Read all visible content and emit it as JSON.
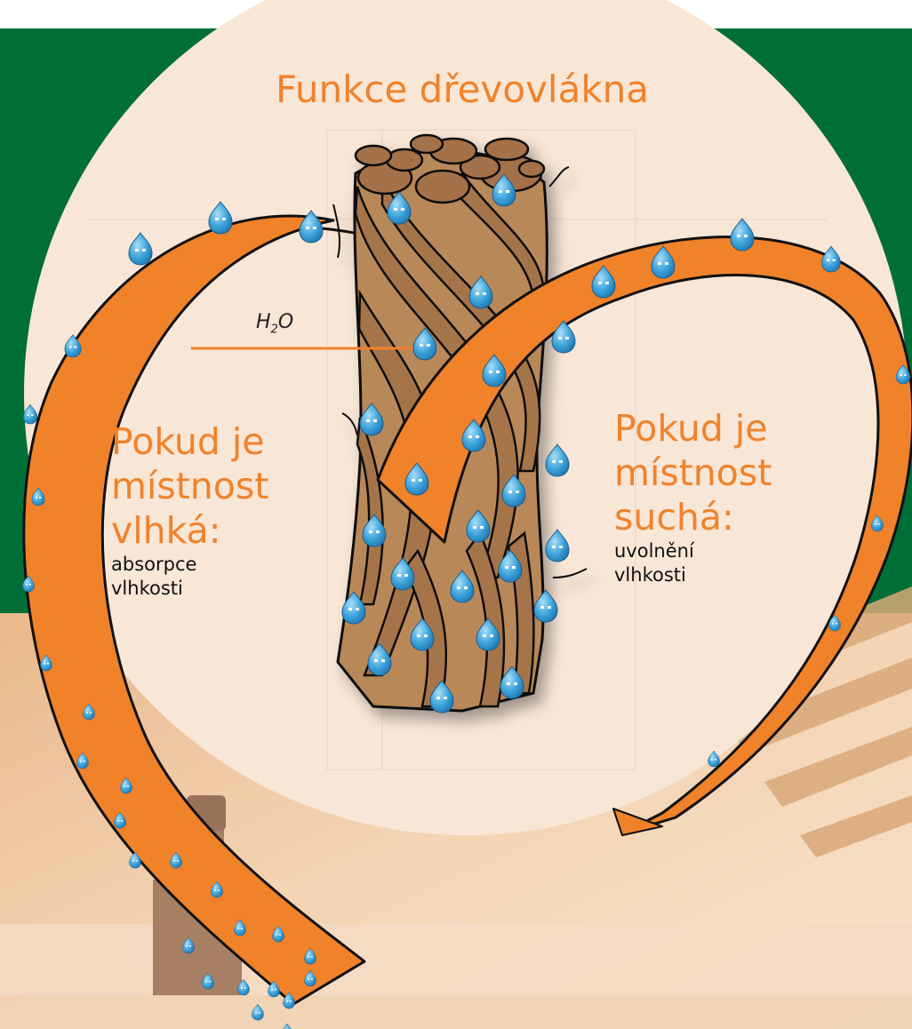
{
  "title": "Funkce dřevovlákna",
  "molecule_label": {
    "symbol_1": "H",
    "subscript": "2",
    "symbol_2": "O"
  },
  "humid_side": {
    "heading": [
      "Pokud je",
      "místnost",
      "vlhká:"
    ],
    "caption": [
      "absorpce",
      "vlhkosti"
    ]
  },
  "dry_side": {
    "heading": [
      "Pokud je",
      "místnost",
      "suchá:"
    ],
    "caption": [
      "uvolnění",
      "vlhkosti"
    ]
  },
  "colors": {
    "accent_orange": "#f0822a",
    "background_green": "#006f37",
    "circle_cream": "#f8e6d6",
    "fiber_brown": "#a9794f",
    "fiber_dark": "#6b4428",
    "droplet_blue": "#3ba2da",
    "room_wood": "#eec9a4"
  },
  "icons": [
    "water-droplet-icon",
    "wood-fiber-bundle-icon",
    "arrow-icon"
  ]
}
